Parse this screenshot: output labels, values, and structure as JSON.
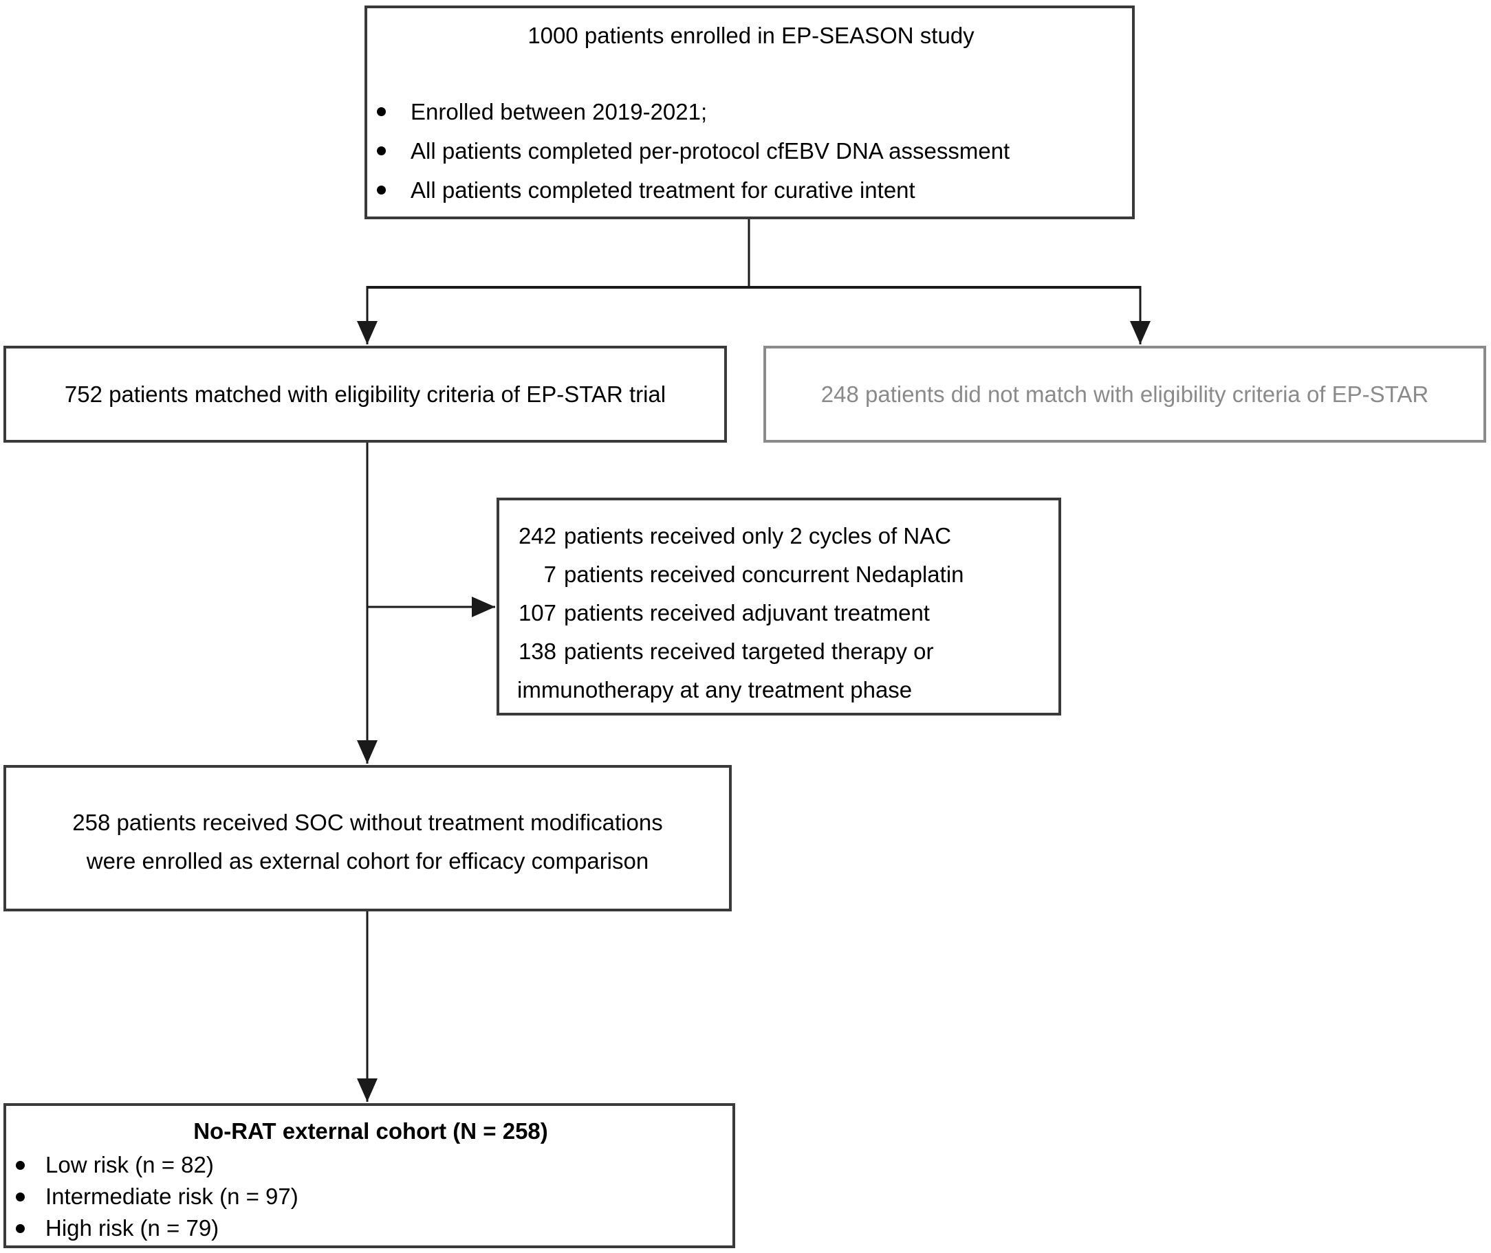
{
  "colors": {
    "background": "#ffffff",
    "text": "#000000",
    "box_border": "#3a3a3a",
    "excluded_gray": "#8a8a8a",
    "connector": "#1a1a1a"
  },
  "boxes": {
    "enrolled": {
      "title": "1000 patients enrolled in EP-SEASON study",
      "bullets": [
        "Enrolled between 2019-2021;",
        "All patients completed per-protocol cfEBV DNA assessment",
        "All patients completed treatment for curative intent"
      ]
    },
    "matched": {
      "text": "752 patients matched with eligibility criteria of EP-STAR trial"
    },
    "not_matched": {
      "text": "248 patients did not match with eligibility criteria of EP-STAR"
    },
    "excluded": {
      "lines": [
        {
          "num": "242",
          "text": "patients received only 2 cycles of NAC"
        },
        {
          "num": "7",
          "text": "patients received concurrent Nedaplatin"
        },
        {
          "num": "107",
          "text": "patients received adjuvant treatment"
        },
        {
          "num": "138",
          "text": "patients received targeted therapy or"
        },
        {
          "num": "",
          "text": "immunotherapy at any treatment phase"
        }
      ]
    },
    "soc": {
      "line1": "258 patients received SOC without treatment modifications",
      "line2": "were enrolled as external cohort for efficacy comparison"
    },
    "cohort": {
      "title": "No-RAT external cohort (N = 258)",
      "bullets": [
        "Low risk (n = 82)",
        "Intermediate risk (n = 97)",
        "High risk (n = 79)"
      ]
    }
  }
}
